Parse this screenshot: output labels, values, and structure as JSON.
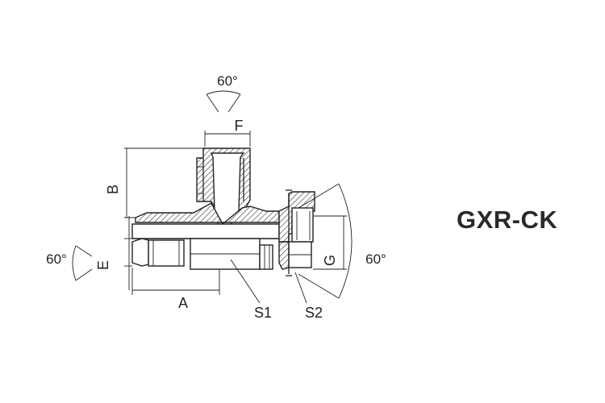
{
  "title": "GXR-CK",
  "labels": {
    "angle_top": "60°",
    "angle_left": "60°",
    "angle_right": "60°",
    "F": "F",
    "B": "B",
    "E": "E",
    "A": "A",
    "G": "G",
    "S1": "S1",
    "S2": "S2"
  }
}
